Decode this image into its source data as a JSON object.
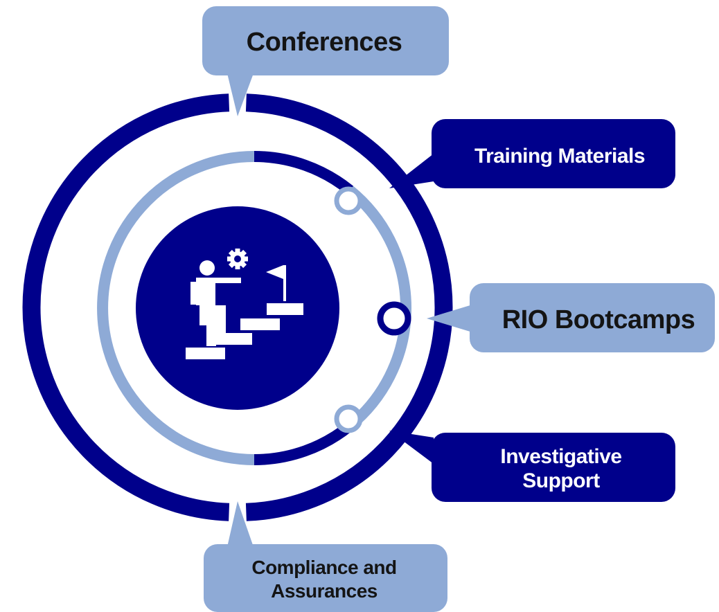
{
  "colors": {
    "navy": "#00008b",
    "light_blue": "#8eaad6",
    "white": "#ffffff",
    "dark_text": "#141414"
  },
  "center": {
    "icon": "person-climbing-stairs-to-goal-flag-with-gear-icon"
  },
  "callouts": {
    "conferences": {
      "label": "Conferences"
    },
    "training_materials": {
      "label": "Training Materials"
    },
    "rio_bootcamps": {
      "label": "RIO Bootcamps"
    },
    "investigative_support": {
      "line1": "Investigative",
      "line2": "Support"
    },
    "compliance_assurances": {
      "line1": "Compliance and",
      "line2": "Assurances"
    }
  }
}
